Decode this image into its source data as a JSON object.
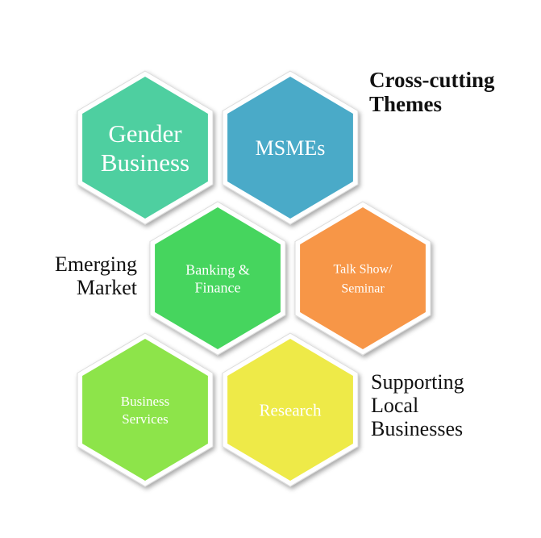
{
  "hexagons": [
    {
      "id": "gender",
      "lines": [
        "Gender",
        "Business"
      ],
      "color": "#4ecfa0"
    },
    {
      "id": "msmes",
      "lines": [
        "MSMEs"
      ],
      "color": "#4aaac8"
    },
    {
      "id": "banking",
      "lines": [
        "Banking &",
        "Finance"
      ],
      "color": "#46d55e"
    },
    {
      "id": "talk",
      "lines": [
        "Talk Show/",
        "Seminar"
      ],
      "color": "#f79647"
    },
    {
      "id": "business",
      "lines": [
        "Business",
        "Services"
      ],
      "color": "#8de44a"
    },
    {
      "id": "research",
      "lines": [
        "Research"
      ],
      "color": "#eeea48"
    }
  ],
  "labels": {
    "cross_cutting": [
      "Cross-cutting",
      "Themes"
    ],
    "emerging_market": [
      "Emerging",
      "Market"
    ],
    "supporting_local": [
      "Supporting",
      "Local",
      "Businesses"
    ]
  }
}
